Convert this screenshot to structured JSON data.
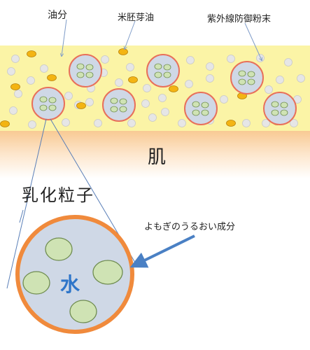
{
  "labels": {
    "oil": "油分",
    "rice_germ_oil": "米胚芽油",
    "uv_powder": "紫外線防御粉末",
    "skin": "肌",
    "emulsion_particle": "乳化粒子",
    "mugwort": "よもぎのうるおい成分",
    "water": "水"
  },
  "colors": {
    "oil_layer": "#fbf4a6",
    "skin_top": "#f8c890",
    "particle_fill": "#cfd8e6",
    "particle_border": "#e8705a",
    "big_particle_border": "#f08a3c",
    "droplet_fill": "#cfe3b4",
    "droplet_stroke": "#6f8c50",
    "rice_germ_fill": "#f3b413",
    "uv_powder_fill": "#e6e6e6",
    "water_text": "#2e75c9",
    "arrow": "#4a80c4",
    "leader_line": "#7f9cc8"
  }
}
